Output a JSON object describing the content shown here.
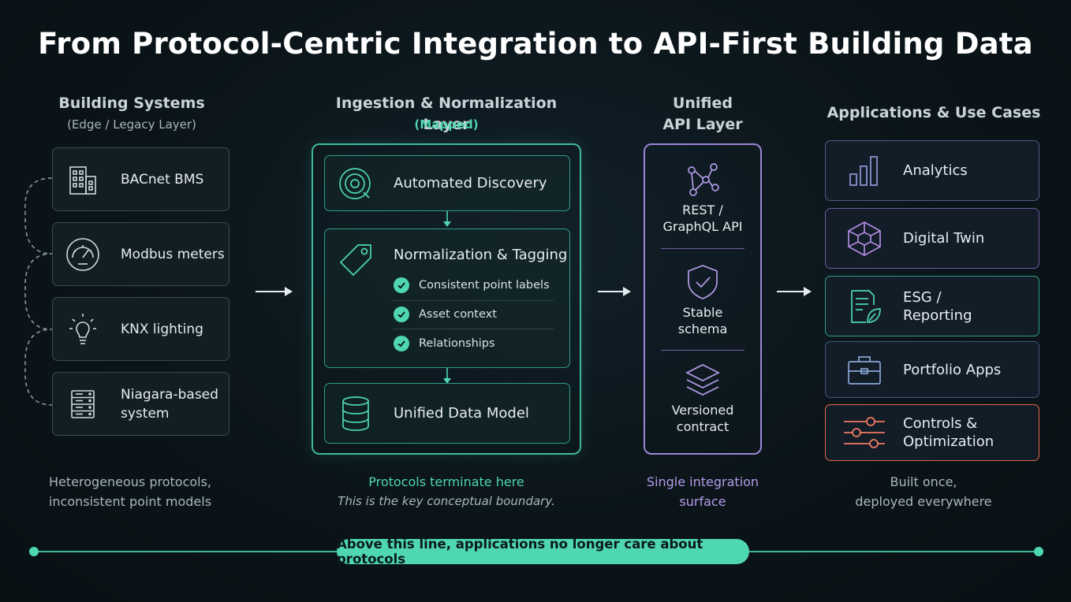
{
  "title": "From Protocol-Centric Integration to API-First Building Data",
  "columns": {
    "building_systems": {
      "heading": "Building Systems",
      "subheading": "(Edge / Legacy Layer)",
      "items": [
        {
          "label": "BACnet BMS",
          "icon": "building-icon"
        },
        {
          "label": "Modbus meters",
          "icon": "gauge-icon"
        },
        {
          "label": "KNX lighting",
          "icon": "lightbulb-icon"
        },
        {
          "label": "Niagara-based system",
          "icon": "server-rack-icon"
        }
      ],
      "footer": [
        "Heterogeneous protocols,",
        "inconsistent point models"
      ]
    },
    "ingestion": {
      "heading": "Ingestion & Normalization Layer",
      "subheading": "(Mapped)",
      "discovery": "Automated Discovery",
      "normalization": "Normalization & Tagging",
      "checks": [
        "Consistent point labels",
        "Asset context",
        "Relationships"
      ],
      "data_model": "Unified Data Model",
      "footer_main": "Protocols terminate here",
      "footer_note": "This is the key conceptual boundary."
    },
    "api": {
      "heading_line1": "Unified",
      "heading_line2": "API Layer",
      "parts": [
        {
          "line1": "REST /",
          "line2": "GraphQL API",
          "icon": "graph-nodes-icon"
        },
        {
          "line1": "Stable",
          "line2": "schema",
          "icon": "shield-check-icon"
        },
        {
          "line1": "Versioned",
          "line2": "contract",
          "icon": "layers-icon"
        }
      ],
      "footer": [
        "Single integration",
        "surface"
      ]
    },
    "applications": {
      "heading": "Applications & Use Cases",
      "items": [
        {
          "line1": "Analytics",
          "line2": "",
          "icon": "bar-chart-icon",
          "accent": "#8c9ad8"
        },
        {
          "line1": "Digital Twin",
          "line2": "",
          "icon": "cube-icon",
          "accent": "#b18be0"
        },
        {
          "line1": "ESG /",
          "line2": "Reporting",
          "icon": "document-leaf-icon",
          "accent": "#4fd6b3"
        },
        {
          "line1": "Portfolio Apps",
          "line2": "",
          "icon": "briefcase-icon",
          "accent": "#8aa6d6"
        },
        {
          "line1": "Controls &",
          "line2": "Optimization",
          "icon": "sliders-icon",
          "accent": "#f07a62"
        }
      ],
      "footer": [
        "Built once,",
        "deployed everywhere"
      ]
    }
  },
  "baseline_label": "Above this line, applications no longer care about protocols",
  "colors": {
    "teal": "#4fd6b3",
    "purple": "#9a86d6",
    "orange": "#f07a62",
    "background": "#0b1519"
  }
}
